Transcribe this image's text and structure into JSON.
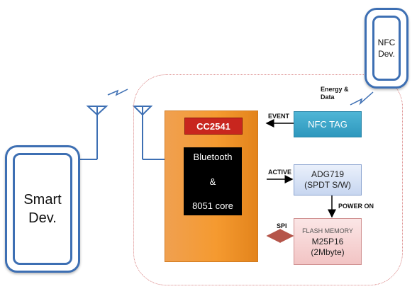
{
  "smart_device": {
    "line1": "Smart",
    "line2": "Dev."
  },
  "nfc_device": {
    "line1": "NFC",
    "line2": "Dev."
  },
  "chip": {
    "label": "CC2541"
  },
  "core": {
    "line1": "Bluetooth",
    "line2": "&",
    "line3": "8051 core"
  },
  "nfc_tag": {
    "label": "NFC TAG"
  },
  "switch": {
    "line1": "ADG719",
    "line2": "(SPDT S/W)"
  },
  "flash": {
    "line1": "FLASH MEMORY",
    "line2": "M25P16",
    "line3": "(2Mbyte)"
  },
  "signals": {
    "event": "EVENT",
    "active": "ACTIVE",
    "spi": "SPI",
    "power_on": "POWER ON",
    "energy_data_1": "Energy &",
    "energy_data_2": "Data"
  },
  "colors": {
    "phone_frame": "#3d6fb3",
    "core_block": "#f59a30",
    "chip_label": "#c8261e",
    "nfc_tag": "#2e97bd",
    "boundary": "#d98080",
    "spi_arrow": "#b5554a",
    "wireless": "#3d6fb3"
  }
}
